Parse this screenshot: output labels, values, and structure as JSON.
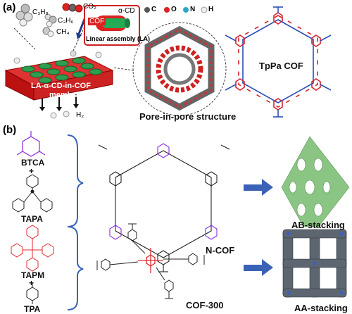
{
  "panel_a": {
    "label": "(a)",
    "gases": {
      "c3h8": "C₃H₈",
      "co2": "CO₂",
      "c3h6": "C₃H₆",
      "ch4": "CH₄",
      "h2": "H₂"
    },
    "inset": {
      "cof": "COF",
      "alpha_cd": "α-CD",
      "assembly": "Linear assembly (LA)"
    },
    "membrane_label_line1": "LA-α-CD-in-COF",
    "membrane_label_line2": "membrane",
    "legend": {
      "c": "C",
      "o": "O",
      "n": "N",
      "h": "H"
    },
    "pore_caption": "Pore-in-pore structure",
    "tppa_label": "TpPa COF",
    "colors": {
      "cof_red": "#cc1f24",
      "cof_green": "#22a24a",
      "bond_red": "#d6262e",
      "bond_blue": "#2b4fb5"
    }
  },
  "panel_b": {
    "label": "(b)",
    "btca": "BTCA",
    "plus1": "+",
    "tapa": "TAPA",
    "ncof": "N-COF",
    "ab": "AB-stacking",
    "tapm": "TAPM",
    "plus2": "+",
    "tpa": "TPA",
    "cof300": "COF-300",
    "aa": "AA-stacking",
    "colors": {
      "purple": "#8a2be2",
      "red": "#e0282e",
      "arrow": "#3a63b8",
      "bracket": "#3a63b8",
      "green": "#6fb36b"
    }
  }
}
